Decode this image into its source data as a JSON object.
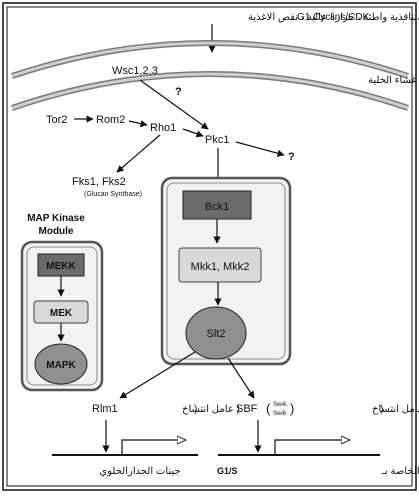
{
  "header": {
    "signal_inputs_arabic": "فرمونات،تنافذية واطئة ، حرارة عالية ، نقص الاغذية",
    "signal_inputs_latin": "G1 Cyclins/CDK"
  },
  "membrane": {
    "label": "غشاء الخلية"
  },
  "nodes": {
    "wsc": "Wsc1,2,3",
    "question_upper": "?",
    "tor2": "Tor2",
    "rom2": "Rom2",
    "rho1": "Rho1",
    "pkc1": "Pkc1",
    "question_right": "?",
    "fks": "Fks1, Fks2",
    "glucan": "(Glucan Synthase)"
  },
  "map_module": {
    "title_line1": "MAP Kinase",
    "title_line2": "Module",
    "mekk": "MEKK",
    "mek": "MEK",
    "mapk": "MAPK"
  },
  "cascade": {
    "bck1": "Bck1",
    "mkk": "Mkk1, Mkk2",
    "slt2": "Slt2"
  },
  "outputs": {
    "rlm1_name": "Rlm1",
    "rlm1_desc": "( عامل انتساخ",
    "rlm1_close": ")",
    "sbf_name": "SBF",
    "swi4": "Swi4,",
    "swi6": "Swi6",
    "sbf_desc": "( عامل انتساخ",
    "sbf_close": ")"
  },
  "genes": {
    "left_label": "جينات الجدارالخلوي",
    "right_label": "جينات الجدار الخلوي الخاصة بـ",
    "right_phase": "G1/S"
  },
  "colors": {
    "box_dark": "#6b6b6b",
    "box_light": "#d9d9d9",
    "frame": "#555555",
    "membrane": "#7a7a7a"
  }
}
